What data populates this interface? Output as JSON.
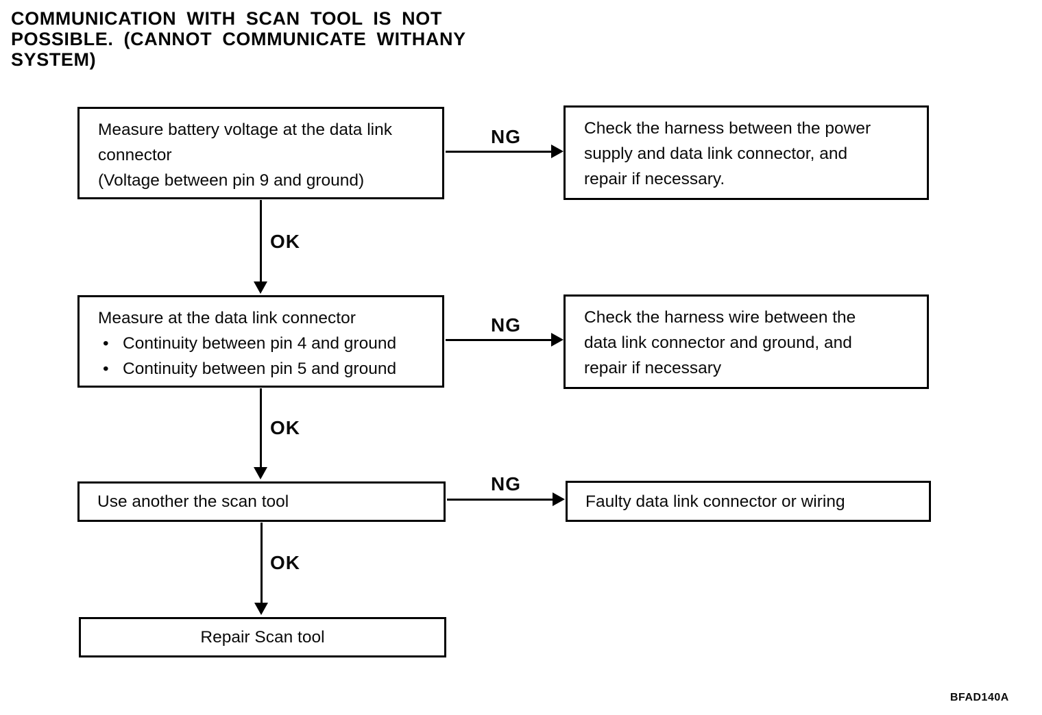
{
  "page": {
    "title_lines": [
      "COMMUNICATION WITH SCAN TOOL IS NOT",
      "POSSIBLE. (CANNOT COMMUNICATE WITHANY",
      "SYSTEM)"
    ],
    "figure_code": "BFAD140A"
  },
  "labels": {
    "ng": "NG",
    "ok": "OK",
    "bullet": "•"
  },
  "flow": {
    "step1": {
      "lines": [
        "Measure battery voltage at the data link",
        "connector",
        "(Voltage between pin 9 and ground)"
      ]
    },
    "result1": {
      "lines": [
        "Check the harness between the power",
        "supply and data link connector, and",
        "repair if necessary."
      ]
    },
    "step2": {
      "intro": "Measure at the data link connector",
      "bullets": [
        "Continuity between pin 4 and ground",
        "Continuity between pin 5 and ground"
      ]
    },
    "result2": {
      "lines": [
        "Check the harness wire between the",
        "data link connector and ground, and",
        "repair if necessary"
      ]
    },
    "step3": {
      "text": "Use another the scan tool"
    },
    "result3": {
      "text": "Faulty data link connector or wiring"
    },
    "step4": {
      "text": "Repair Scan tool"
    }
  }
}
